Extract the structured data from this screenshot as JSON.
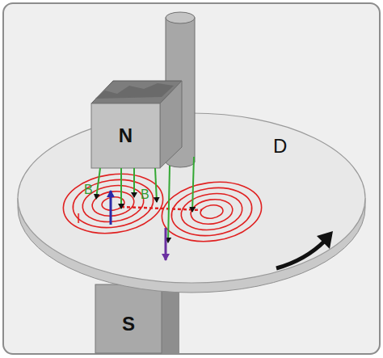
{
  "diagram": {
    "nodes": [
      {
        "text": [
          "N"
        ]
      },
      {
        "text": [
          "D"
        ]
      },
      {
        "text": [
          "S"
        ]
      }
    ],
    "labels": [
      "B",
      "B",
      "I"
    ]
  }
}
